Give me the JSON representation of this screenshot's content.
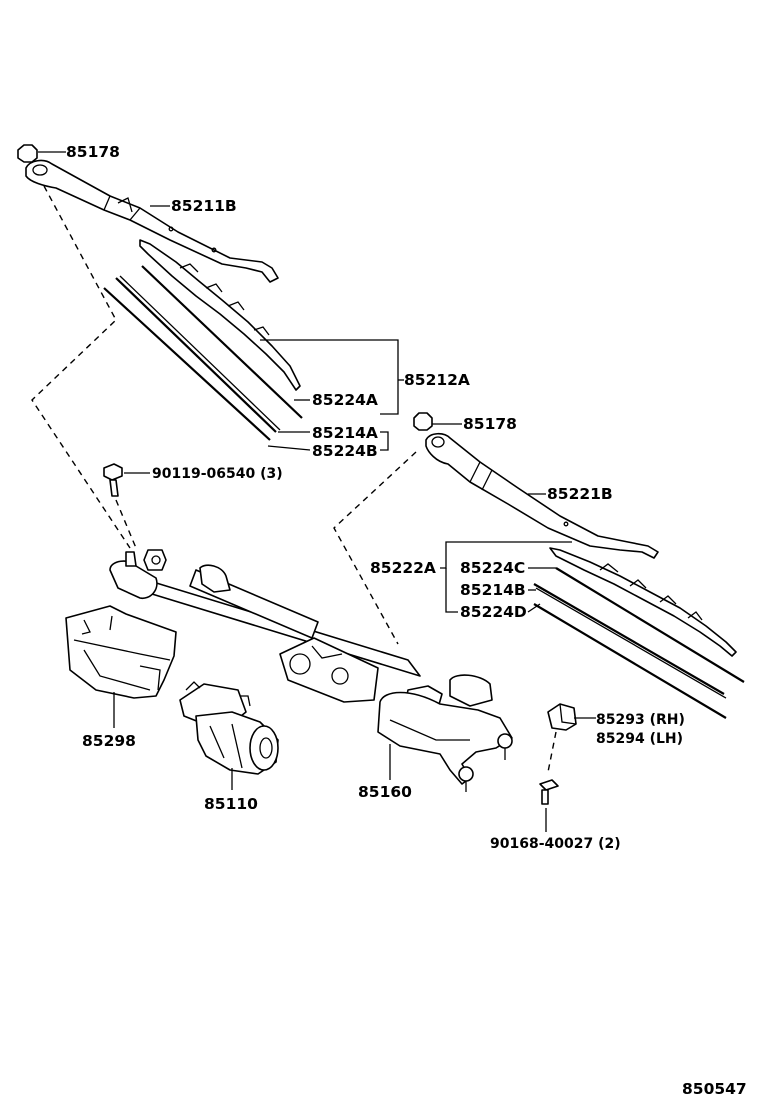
{
  "diagram_id": "850547",
  "parts": {
    "cap_left": "85178",
    "arm_left": "85211B",
    "blade_assy_left": "85212A",
    "insert_left_a": "85224A",
    "rubber_left": "85214A",
    "insert_left_b": "85224B",
    "bolt": "90119-06540 (3)",
    "cap_right": "85178",
    "arm_right": "85221B",
    "blade_assy_right": "85222A",
    "insert_right_c": "85224C",
    "rubber_right": "85214B",
    "insert_right_d": "85224D",
    "cover": "85298",
    "motor": "85110",
    "link_assy": "85160",
    "cap_rh": "85293 (RH)",
    "cap_lh": "85294 (LH)",
    "clip": "90168-40027 (2)"
  }
}
